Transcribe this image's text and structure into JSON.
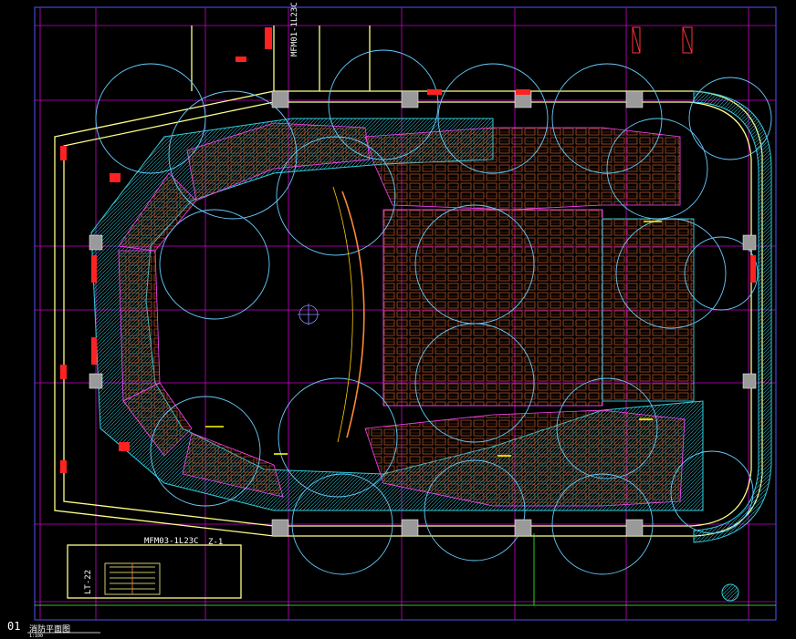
{
  "drawing": {
    "number": "01",
    "title": "消防平面图",
    "scale_note": "1:100"
  },
  "tags": {
    "upper_room": "MFM01-1L23C",
    "lower_room": "MFM03-1L23C",
    "stair": "LT-22",
    "lower_small": "Z-1"
  },
  "colors": {
    "background": "#000000",
    "grid": "#ff00ff",
    "wall": "#ffff99",
    "seat_red": "#ff3333",
    "hatch": "#33cccc",
    "circle": "#66ccff",
    "column": "#bbbbbb",
    "label": "#ffffff",
    "accent": "#ffff00",
    "frame": "#6666ff"
  }
}
